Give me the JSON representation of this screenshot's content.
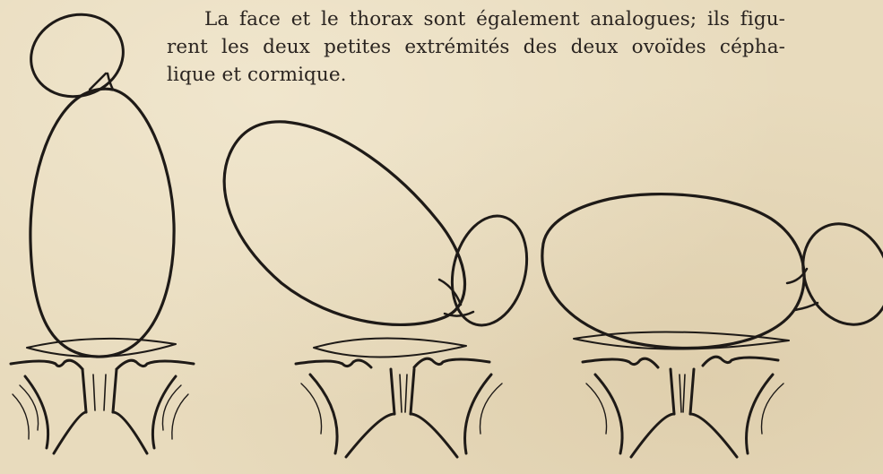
{
  "paragraph": {
    "line1": "La face et le thorax sont également analogues; ils figu-",
    "line2": "rent les deux petites extrémités des deux ovoïdes cépha-",
    "line3": "lique et cormique."
  }
}
